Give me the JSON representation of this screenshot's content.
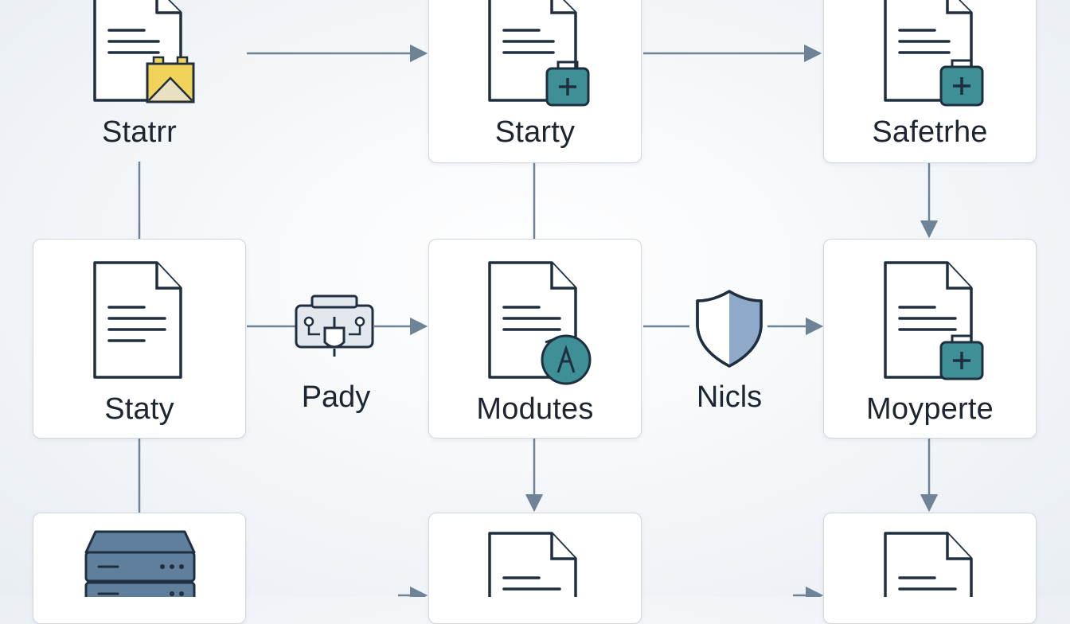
{
  "colors": {
    "line": "#6e8496",
    "icon_stroke": "#1f2f3f",
    "teal": "#3f8f96",
    "yellow": "#f1d35a",
    "steel": "#5f7f9d",
    "shield_fill": "#8fa9c8"
  },
  "nodes": [
    {
      "id": "statrr",
      "label": "Statrr",
      "icon": "document-battery-icon",
      "card": false
    },
    {
      "id": "starty",
      "label": "Starty",
      "icon": "document-plus-case-icon",
      "card": true
    },
    {
      "id": "safetrhe",
      "label": "Safetrhe",
      "icon": "document-plus-case-icon",
      "card": true
    },
    {
      "id": "staty",
      "label": "Staty",
      "icon": "document-icon",
      "card": true
    },
    {
      "id": "modutes",
      "label": "Modutes",
      "icon": "document-compass-icon",
      "card": true
    },
    {
      "id": "moyperte",
      "label": "Moyperte",
      "icon": "document-plus-case-icon",
      "card": true
    },
    {
      "id": "server",
      "label": "",
      "icon": "server-icon",
      "card": true
    },
    {
      "id": "bottom-middle",
      "label": "",
      "icon": "document-icon",
      "card": true
    },
    {
      "id": "bottom-right",
      "label": "",
      "icon": "document-icon",
      "card": true
    }
  ],
  "edge_labels": [
    {
      "id": "pady",
      "label": "Pady",
      "icon": "plug-icon"
    },
    {
      "id": "nicls",
      "label": "Nicls",
      "icon": "shield-icon"
    }
  ]
}
